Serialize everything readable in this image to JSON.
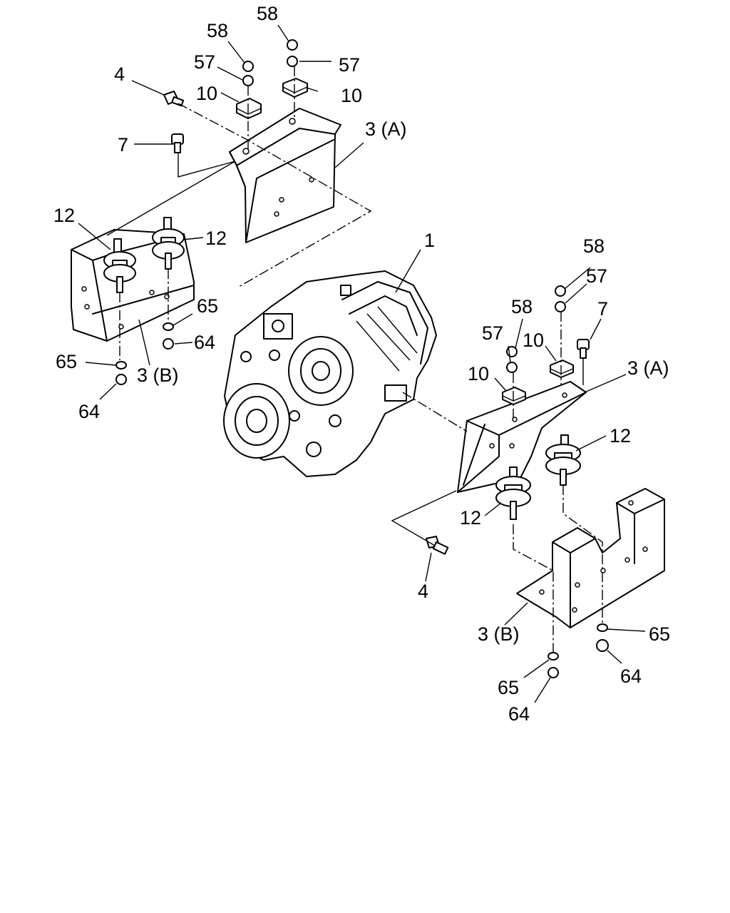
{
  "diagram": {
    "callouts": {
      "c1": "1",
      "c3a_top": "3 (A)",
      "c3a_right": "3 (A)",
      "c3b_left": "3 (B)",
      "c3b_right": "3 (B)",
      "c4_top": "4",
      "c4_bottom": "4",
      "c7_left": "7",
      "c7_right": "7",
      "c10_a": "10",
      "c10_b": "10",
      "c10_c": "10",
      "c10_d": "10",
      "c12_a": "12",
      "c12_b": "12",
      "c12_c": "12",
      "c12_d": "12",
      "c57_a": "57",
      "c57_b": "57",
      "c57_c": "57",
      "c57_d": "57",
      "c58_a": "58",
      "c58_b": "58",
      "c58_c": "58",
      "c58_d": "58",
      "c64_a": "64",
      "c64_b": "64",
      "c64_c": "64",
      "c64_d": "64",
      "c65_a": "65",
      "c65_b": "65",
      "c65_c": "65",
      "c65_d": "65"
    }
  }
}
